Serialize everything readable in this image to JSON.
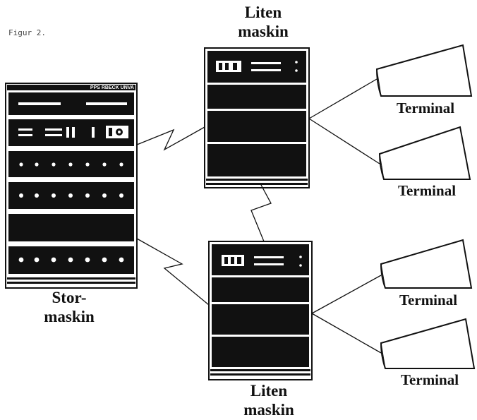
{
  "figure_label": "Figur 2.",
  "colors": {
    "ink": "#111111",
    "paper": "#ffffff"
  },
  "large_machine": {
    "label_line1": "Stor-",
    "label_line2": "maskin",
    "plate_text": "PPS RBECK UNVA"
  },
  "small_machine_top": {
    "label_line1": "Liten",
    "label_line2": "maskin"
  },
  "small_machine_bottom": {
    "label_line1": "Liten",
    "label_line2": "maskin"
  },
  "terminals": [
    {
      "label": "Terminal"
    },
    {
      "label": "Terminal"
    },
    {
      "label": "Terminal"
    },
    {
      "label": "Terminal"
    }
  ]
}
